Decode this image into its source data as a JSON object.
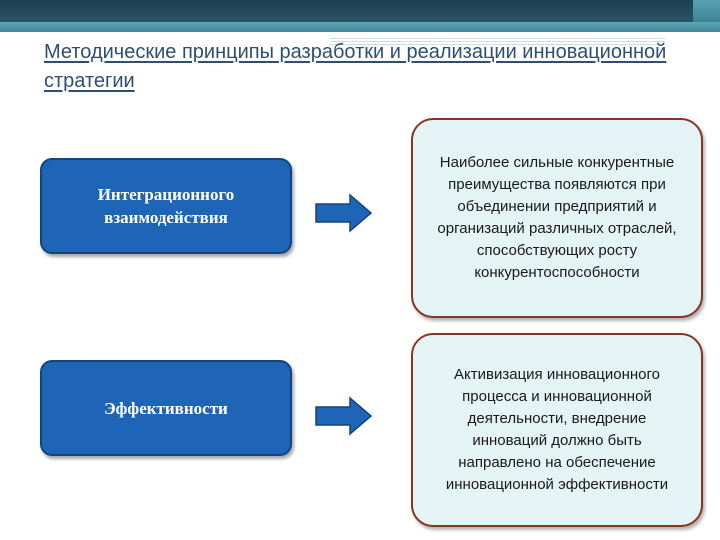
{
  "title": "Методические принципы разработки и реализации инновационной стратегии",
  "principles": [
    {
      "name": "Интеграционного взаимодействия",
      "description": "Наиболее сильные конкурентные преимущества появляются при объединении предприятий и организаций различных отраслей, способствующих росту конкурентоспособности"
    },
    {
      "name": "Эффективности",
      "description": "Активизация инновационного процесса и инновационной деятельности, внедрение инноваций должно быть направлено на обеспечение инновационной эффективности"
    }
  ],
  "colors": {
    "left_box_fill": "#1f65b7",
    "right_box_border": "#8a3520",
    "right_box_fill": "#e4f3f3",
    "arrow_fill": "#1f65b7",
    "title": "#2e4f74"
  }
}
